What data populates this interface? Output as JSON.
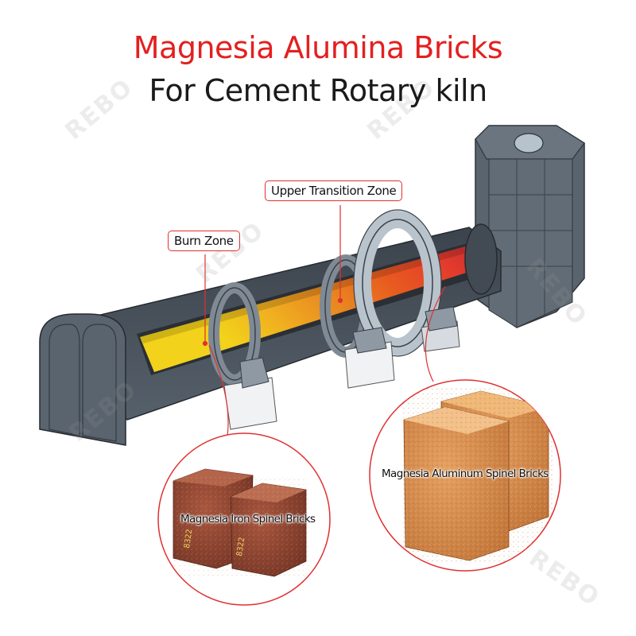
{
  "title": {
    "line1": "Magnesia Alumina Bricks",
    "line2": "For Cement Rotary kiln"
  },
  "callouts": {
    "upper_transition": "Upper Transition Zone",
    "burn": "Burn Zone"
  },
  "bricks": {
    "iron_spinel": "Magnesia Iron Spinel Bricks",
    "aluminum_spinel": "Magnesia Aluminum Spinel Bricks",
    "stamp_1": "8322",
    "stamp_2": "8322"
  },
  "watermark": {
    "brand": "REBO"
  },
  "colors": {
    "title_red": "#e32020",
    "callout_border": "#e03030",
    "kiln_shell": "#4a5560",
    "burn_zone": "#e8c020",
    "transition_zone": "#e05020"
  }
}
